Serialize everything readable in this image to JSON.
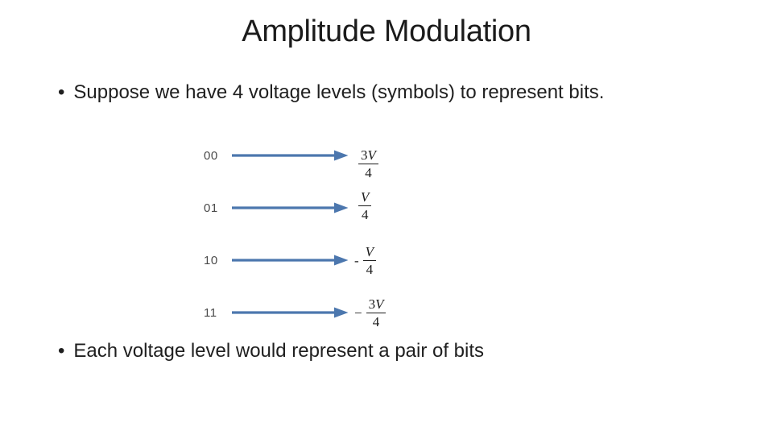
{
  "slide": {
    "title": "Amplitude Modulation",
    "bullets": [
      {
        "glyph": "•",
        "text": "Suppose we have 4 voltage levels (symbols) to represent bits."
      },
      {
        "glyph": "•",
        "text": "Each voltage level would represent a pair of bits"
      }
    ],
    "colors": {
      "accent_arrow": "#4c77ae",
      "text": "#1f1f1f",
      "bits_label": "#4a4a4a",
      "background": "#ffffff"
    }
  },
  "mapping": {
    "rows": [
      {
        "bits": "00",
        "sign": "",
        "num_coeff": "3",
        "num_var": "V",
        "den": "4",
        "value": "3V/4"
      },
      {
        "bits": "01",
        "sign": "",
        "num_coeff": "",
        "num_var": "V",
        "den": "4",
        "value": "V/4"
      },
      {
        "bits": "10",
        "sign": "-",
        "num_coeff": "",
        "num_var": "V",
        "den": "4",
        "value": "-V/4"
      },
      {
        "bits": "11",
        "sign": "−",
        "num_coeff": "3",
        "num_var": "V",
        "den": "4",
        "value": "-3V/4"
      }
    ]
  }
}
